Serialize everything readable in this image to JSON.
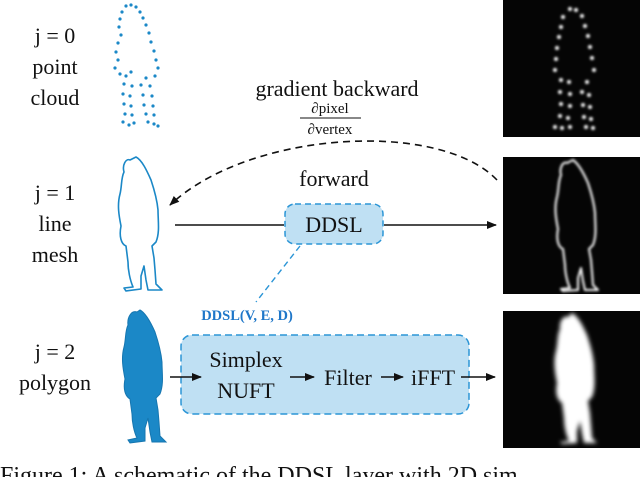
{
  "rows": [
    {
      "index": "j = 0",
      "name_line1": "point",
      "name_line2": "cloud"
    },
    {
      "index": "j = 1",
      "name_line1": "line",
      "name_line2": "mesh"
    },
    {
      "index": "j = 2",
      "name_line1": "polygon",
      "name_line2": ""
    }
  ],
  "arrows": {
    "backward_label": "gradient backward",
    "fraction_numerator": "∂pixel",
    "fraction_denominator": "∂vertex",
    "forward_label": "forward"
  },
  "ddsl": {
    "box_label": "DDSL",
    "signature": "DDSL(V, E, D)"
  },
  "pipeline": {
    "simplex_line1": "Simplex",
    "simplex_line2": "NUFT",
    "filter": "Filter",
    "ifft": "iFFT"
  },
  "caption": "Figure 1:  A schematic of the DDSL layer with 2D sim",
  "colors": {
    "accent_blue": "#1b88c7",
    "box_fill": "#bfe0f3",
    "box_stroke": "#2b95d6",
    "signature_text": "#1f77c9",
    "ink": "#111111",
    "image_bg": "#050505"
  }
}
